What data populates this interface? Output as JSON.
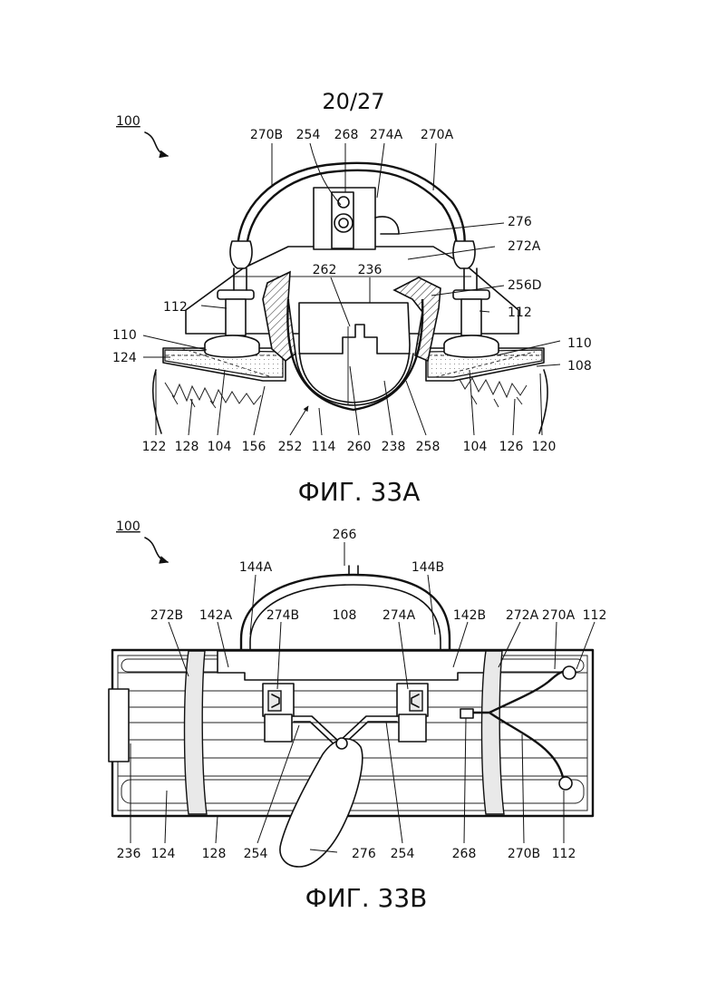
{
  "page_number": "20/27",
  "figures": [
    {
      "caption": "ФИГ. 33А",
      "assembly_ref": "100",
      "labels": {
        "l270B": "270B",
        "l254": "254",
        "l268": "268",
        "l274A": "274A",
        "l270A": "270A",
        "l276": "276",
        "l272A": "272A",
        "l262": "262",
        "l236": "236",
        "l256D": "256D",
        "l112L": "112",
        "l112R": "112",
        "l110L": "110",
        "l110R": "110",
        "l124": "124",
        "l108": "108",
        "l122": "122",
        "l128": "128",
        "l104L": "104",
        "l156": "156",
        "l252": "252",
        "l114": "114",
        "l260": "260",
        "l238": "238",
        "l258": "258",
        "l104R": "104",
        "l126": "126",
        "l120": "120"
      }
    },
    {
      "caption": "ФИГ. 33В",
      "assembly_ref": "100",
      "labels": {
        "l266": "266",
        "l144A": "144A",
        "l144B": "144B",
        "l272B": "272B",
        "l142A": "142A",
        "l274B": "274B",
        "l108": "108",
        "l274A": "274A",
        "l142B": "142B",
        "l272A": "272A",
        "l270A": "270A",
        "l112T": "112",
        "l236": "236",
        "l124": "124",
        "l128": "128",
        "l254L": "254",
        "l276": "276",
        "l254R": "254",
        "l268": "268",
        "l270B": "270B",
        "l112B": "112"
      }
    }
  ]
}
